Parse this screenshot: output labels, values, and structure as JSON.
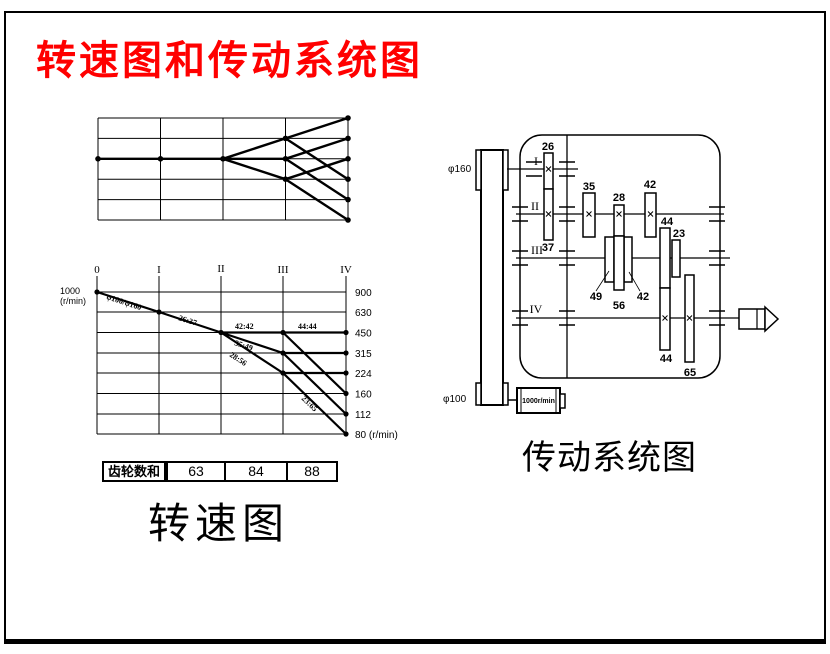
{
  "title": {
    "text": "转速图和传动系统图",
    "color": "#ff0000"
  },
  "speed_chart": {
    "caption": "转速图",
    "shaft_columns": [
      "0",
      "I",
      "II",
      "III",
      "IV"
    ],
    "motor_speed": "1000",
    "motor_speed_unit": "(r/min)",
    "speed_levels": [
      "900",
      "630",
      "450",
      "315",
      "224",
      "160",
      "112",
      "80 (r/min)"
    ],
    "ratio_labels": {
      "belt": "φ100/φ160",
      "group1": "26:37",
      "group2_h": "42:42",
      "group2_m": "35:49",
      "group2_l": "28:56",
      "group3_h": "44:44",
      "group3_l": "23:65"
    },
    "gear_sum_table": {
      "header": "齿轮数和",
      "values": [
        "63",
        "84",
        "88"
      ]
    }
  },
  "chart_data": {
    "type": "line",
    "title": "转速图",
    "x_categories": [
      "0",
      "I",
      "II",
      "III",
      "IV"
    ],
    "y_scale": "log",
    "ylabel_left": "1000 (r/min)",
    "speed_levels": [
      900,
      630,
      450,
      315,
      224,
      160,
      112,
      80
    ],
    "motor_speed_rpm": 1000,
    "shaft_speeds": {
      "0": [
        1000
      ],
      "I": [
        630
      ],
      "II": [
        450
      ],
      "III": [
        450,
        315,
        224
      ],
      "IV": [
        450,
        315,
        224,
        160,
        112,
        80
      ]
    },
    "transmission_ratios": {
      "belt": "φ100/φ160",
      "I-II": [
        "26:37"
      ],
      "II-III": [
        "42:42",
        "35:49",
        "28:56"
      ],
      "III-IV": [
        "44:44",
        "23:65"
      ]
    },
    "gear_tooth_sums": [
      63,
      84,
      88
    ]
  },
  "transmission_diagram": {
    "caption": "传动系统图",
    "pulley_large": "φ160",
    "pulley_small": "φ100",
    "motor_label": "1000r/min",
    "shaft_labels": [
      "I",
      "II",
      "III",
      "IV"
    ],
    "gear_labels": {
      "g26": "26",
      "g37": "37",
      "g35": "35",
      "g28": "28",
      "g42_ii": "42",
      "g49": "49",
      "g56": "56",
      "g42_iii": "42",
      "g44_iii": "44",
      "g23": "23",
      "g44_iv": "44",
      "g65": "65"
    }
  }
}
